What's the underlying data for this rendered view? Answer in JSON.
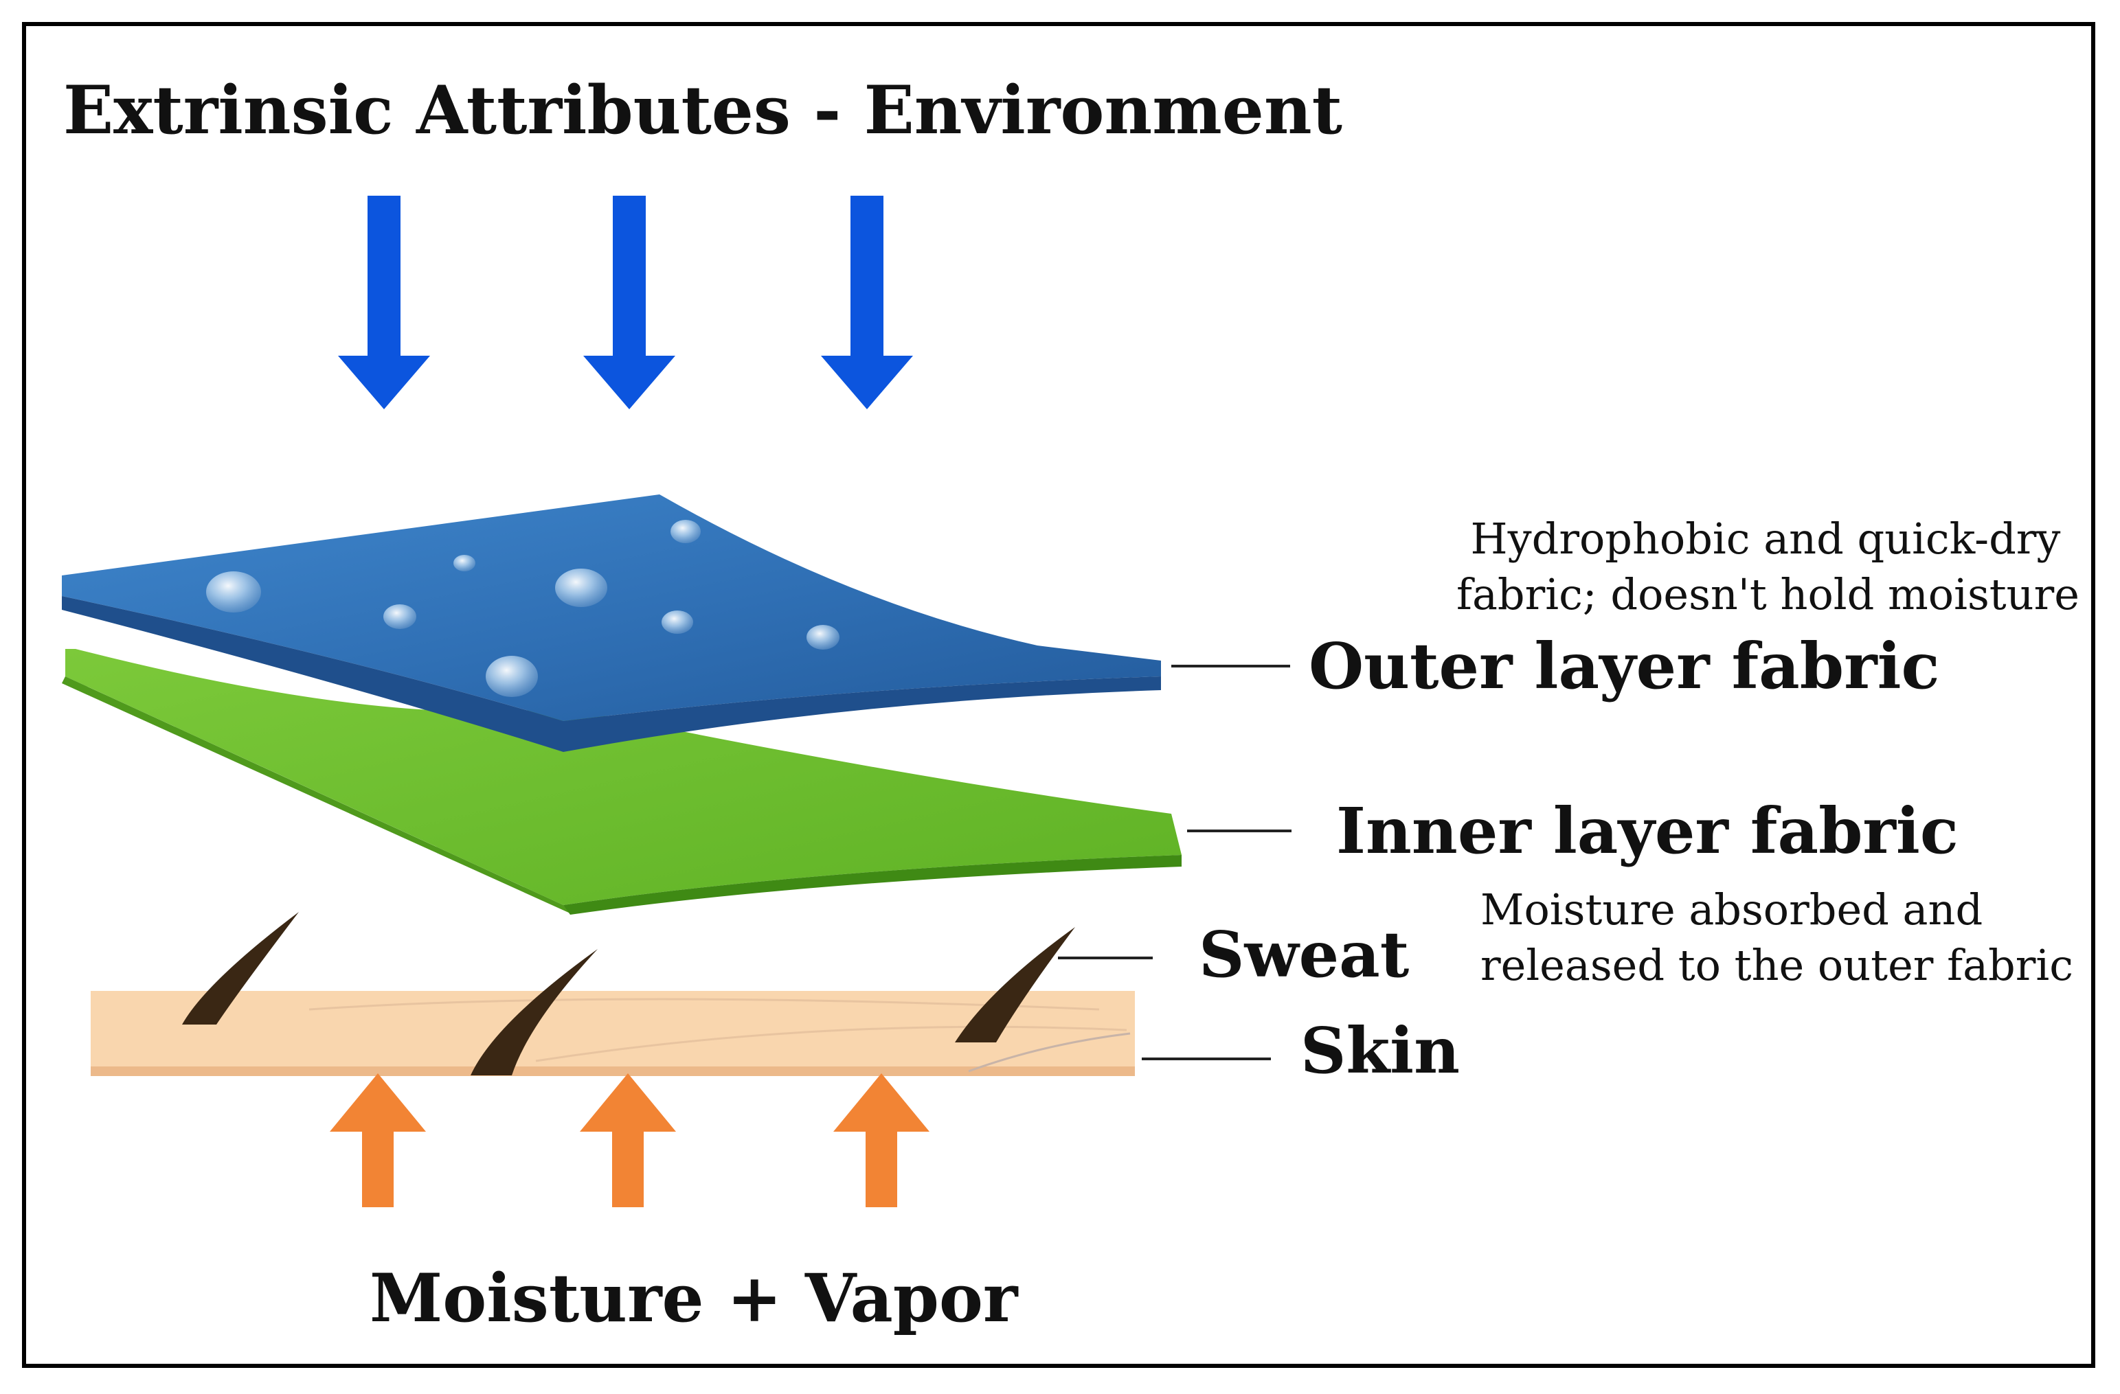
{
  "title": "Extrinsic Attributes - Environment",
  "bottom_label": "Moisture + Vapor",
  "layers": {
    "outer": {
      "label": "Outer layer fabric",
      "note_line1": "Hydrophobic and quick-dry",
      "note_line2": "fabric; doesn't hold moisture",
      "color": "#2f6fb4"
    },
    "inner": {
      "label": "Inner layer fabric",
      "note_line1": "Moisture absorbed and",
      "note_line2": "released to the outer fabric",
      "color": "#6cbf2c"
    },
    "sweat": {
      "label": "Sweat"
    },
    "skin": {
      "label": "Skin",
      "color": "#f9d6ae"
    }
  },
  "arrows": {
    "environment_color": "#0c55de",
    "moisture_color": "#f28434"
  }
}
